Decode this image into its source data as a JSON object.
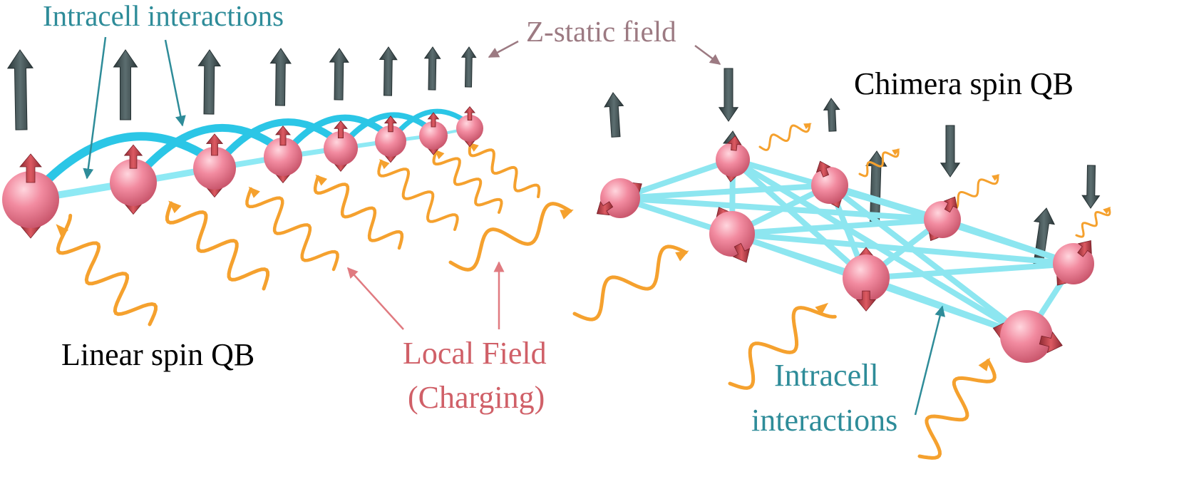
{
  "labels": {
    "intracell_top": "Intracell interactions",
    "z_static": "Z-static field",
    "chimera": "Chimera spin QB",
    "linear": "Linear spin QB",
    "local_field_1": "Local Field",
    "local_field_2": "(Charging)",
    "intracell_bottom_1": "Intracell",
    "intracell_bottom_2": "interactions"
  },
  "colors": {
    "teal_text": "#2e8c99",
    "mauve_text": "#9c7a82",
    "red_text": "#d06068",
    "sphere": "#f28ba0",
    "spin_arrow": "#c0404a",
    "static_arrow": "#37474a",
    "coupling_linear": "#2bc6e6",
    "coupling_chimera": "#8de6f0",
    "field_wave": "#f5a12e"
  }
}
